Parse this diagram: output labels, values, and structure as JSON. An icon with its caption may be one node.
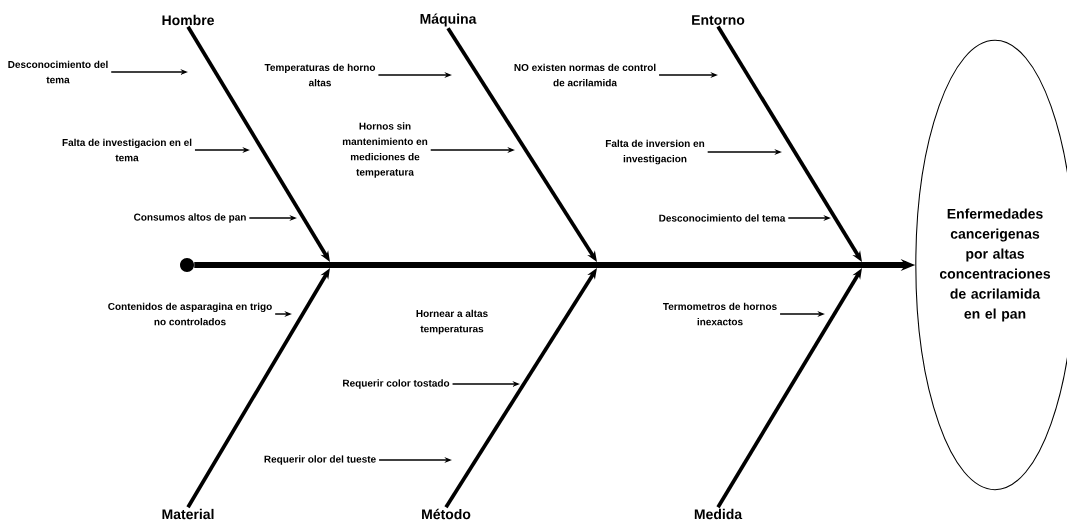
{
  "diagram": {
    "nodes": [
      {
        "text": [
          "Hombre"
        ]
      },
      {
        "text": [
          "Desconocimiento del tema"
        ]
      },
      {
        "text": [
          "Falta de investigacion en el tema"
        ]
      },
      {
        "text": [
          "Consumos altos de pan"
        ]
      },
      {
        "text": [
          "Máquina"
        ]
      },
      {
        "text": [
          "Temperaturas de horno altas"
        ]
      },
      {
        "text": [
          "Hornos sin mantenimiento en mediciones de temperatura"
        ]
      },
      {
        "text": [
          "Entorno"
        ]
      },
      {
        "text": [
          "NO existen normas de control de acrilamida"
        ]
      },
      {
        "text": [
          "Falta de inversion en investigacion"
        ]
      },
      {
        "text": [
          "Desconocimiento del tema"
        ]
      },
      {
        "text": [],
        "shape": "circle"
      },
      {
        "text": [
          "Enfermedades cancerigenas por altas concentraciones de acrilamida en el pan"
        ]
      },
      {
        "text": [
          "Contenidos de asparagina en trigo no controlados"
        ]
      },
      {
        "text": [
          "Requerir color tostado"
        ]
      },
      {
        "text": [
          "Requerir olor del tueste"
        ]
      },
      {
        "text": [
          "Termometros de hornos inexactos"
        ]
      },
      {
        "text": [
          "Material"
        ]
      },
      {
        "text": [
          "Método"
        ]
      },
      {
        "text": [
          "Medida"
        ]
      }
    ],
    "edges": [
      {
        "from": 11,
        "to": 12,
        "arrow": "to",
        "style": "thick"
      },
      {
        "from": 0,
        "to": null,
        "arrow": "to",
        "style": "thick"
      },
      {
        "from": 4,
        "to": null,
        "arrow": "to",
        "style": "thick"
      },
      {
        "from": 7,
        "to": null,
        "arrow": "to",
        "style": "thick"
      },
      {
        "from": 17,
        "to": null,
        "arrow": "to",
        "style": "thick"
      },
      {
        "from": 18,
        "to": null,
        "arrow": "to",
        "style": "thick"
      },
      {
        "from": 19,
        "to": null,
        "arrow": "to",
        "style": "thick"
      },
      {
        "from": 1,
        "to": null,
        "arrow": "to"
      },
      {
        "from": 2,
        "to": null,
        "arrow": "to"
      },
      {
        "from": 3,
        "to": null,
        "arrow": "to"
      },
      {
        "from": 5,
        "to": null,
        "arrow": "to"
      },
      {
        "from": 6,
        "to": null,
        "arrow": "to"
      },
      {
        "from": 8,
        "to": null,
        "arrow": "to"
      },
      {
        "from": 9,
        "to": null,
        "arrow": "to"
      },
      {
        "from": 10,
        "to": null,
        "arrow": "to"
      },
      {
        "from": 13,
        "to": null,
        "arrow": "to"
      },
      {
        "from": 14,
        "to": null,
        "arrow": "to"
      },
      {
        "from": 15,
        "to": null,
        "arrow": "to"
      },
      {
        "from": 16,
        "to": null,
        "arrow": "to"
      }
    ],
    "labels": [
      "Hornear a altas temperaturas"
    ]
  }
}
